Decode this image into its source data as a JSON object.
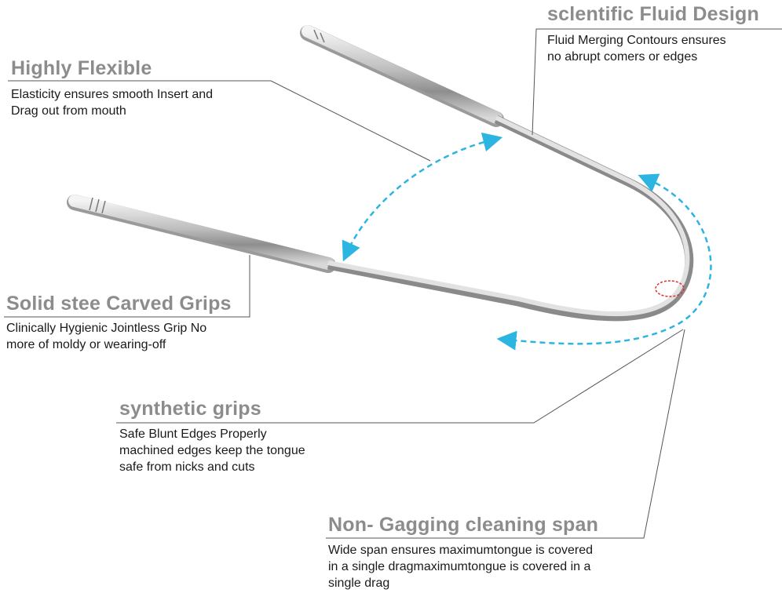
{
  "callouts": {
    "highly_flexible": {
      "title": "Highly Flexible",
      "lines": [
        "Elasticity ensures smooth Insert and",
        "Drag out from mouth"
      ]
    },
    "fluid_design": {
      "title": "sclentific Fluid Design",
      "lines": [
        "Fluid Merging Contours ensures",
        "no abrupt comers or edges"
      ]
    },
    "carved_grips": {
      "title": "Solid stee Carved Grips",
      "lines": [
        "Clinically Hygienic Jointless Grip No",
        "more of moldy or wearing-off"
      ]
    },
    "synthetic_grips": {
      "title": "synthetic grips",
      "lines": [
        "Safe Blunt Edges Properly",
        "machined edges keep the tongue",
        "safe from nicks and cuts"
      ]
    },
    "non_gagging": {
      "title": "Non- Gagging cleaning span",
      "lines": [
        "Wide span ensures maximumtongue is covered",
        "in a single dragmaximumtongue is covered in a",
        "single drag"
      ]
    }
  },
  "colors": {
    "heading": "#8c8c8c",
    "arrow": "#2bb5e0",
    "highlight": "#e03030",
    "leader": "#444444"
  }
}
